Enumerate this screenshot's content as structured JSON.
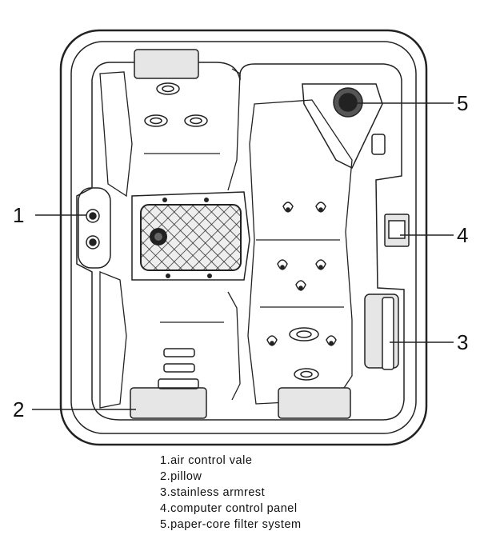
{
  "callouts": [
    {
      "number": "1",
      "label": "1.air control vale"
    },
    {
      "number": "2",
      "label": "2.pillow"
    },
    {
      "number": "3",
      "label": "3.stainless armrest"
    },
    {
      "number": "4",
      "label": "4.computer control panel"
    },
    {
      "number": "5",
      "label": "5.paper-core filter system"
    }
  ],
  "colors": {
    "line": "#222222",
    "fill": "#e6e6e6",
    "background": "#ffffff"
  }
}
